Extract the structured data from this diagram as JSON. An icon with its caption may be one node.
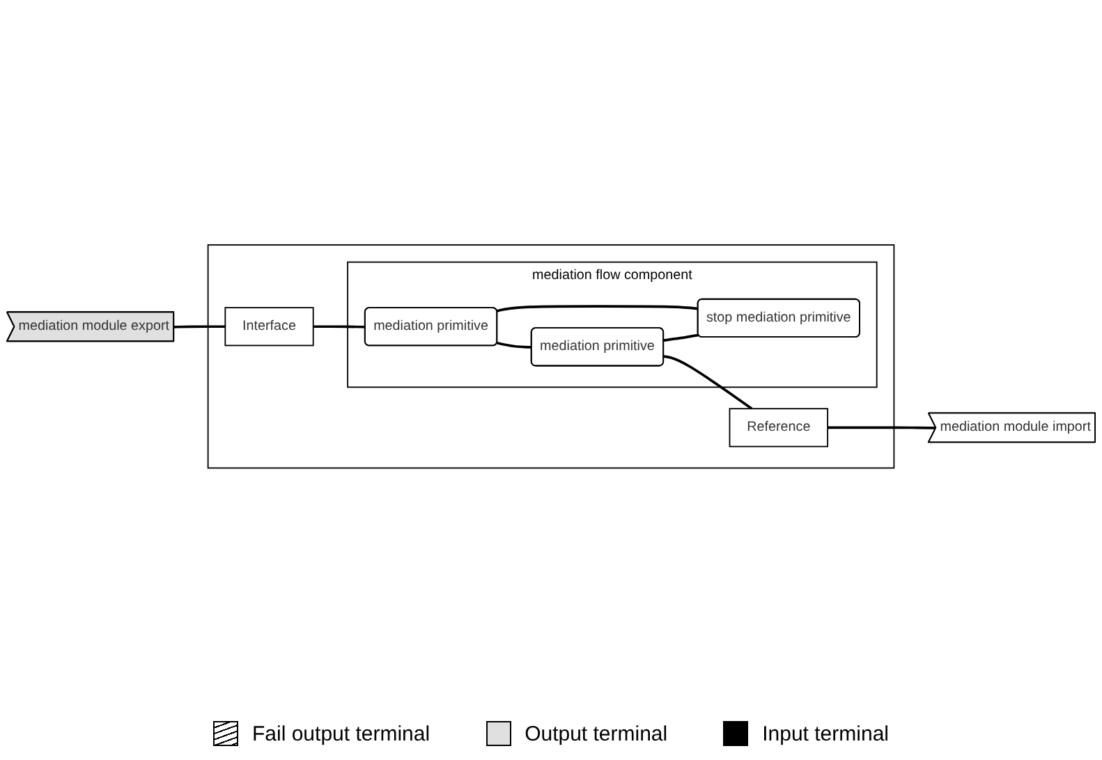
{
  "diagram": {
    "nodes": [
      {
        "text": [],
        "shape": "box"
      },
      {
        "text": [
          "mediation flow component"
        ],
        "in": 0
      },
      {
        "text": [
          "mediation module export"
        ]
      },
      {
        "text": [
          "Interface"
        ],
        "in": 0
      },
      {
        "text": [
          "mediation primitive"
        ],
        "in": 1
      },
      {
        "text": [
          "mediation primitive"
        ],
        "in": 1
      },
      {
        "text": [
          "stop mediation primitive"
        ],
        "in": 1
      },
      {
        "text": [
          "Reference"
        ],
        "in": 0
      },
      {
        "text": [
          "mediation module import"
        ]
      }
    ],
    "edges": [
      {
        "from": 2,
        "to": 3,
        "arrow": "none"
      },
      {
        "from": 3,
        "to": 4,
        "arrow": "none"
      },
      {
        "from": 4,
        "to": 5,
        "arrow": "none"
      },
      {
        "from": 4,
        "to": 6,
        "arrow": "none"
      },
      {
        "from": 5,
        "to": 6,
        "arrow": "none"
      },
      {
        "from": 5,
        "to": 7,
        "arrow": "none"
      },
      {
        "from": 7,
        "to": 8,
        "arrow": "none"
      }
    ],
    "legend": [
      {
        "text": "Fail output terminal"
      },
      {
        "text": "Output terminal",
        "color": "#e0e0e0"
      },
      {
        "text": "Input terminal",
        "color": "#000000"
      }
    ]
  }
}
